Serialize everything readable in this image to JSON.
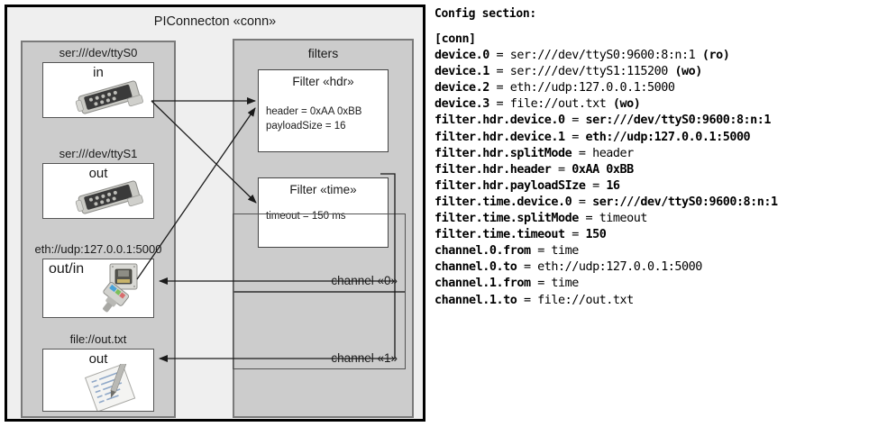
{
  "diagram": {
    "title": "PIConnecton «conn»",
    "devices_panel": {
      "entries": [
        {
          "label": "ser:///dev/ttyS0",
          "io": "in",
          "icon": "serial-port-icon"
        },
        {
          "label": "ser:///dev/ttyS1",
          "io": "out",
          "icon": "serial-port-icon"
        },
        {
          "label": "eth://udp:127.0.0.1:5000",
          "io": "out/in",
          "icon": "ethernet-jack-icon"
        },
        {
          "label": "file://out.txt",
          "io": "out",
          "icon": "text-file-icon"
        }
      ]
    },
    "filters_panel": {
      "title": "filters",
      "filters": [
        {
          "title": "Filter «hdr»",
          "attrs": [
            "header = 0xAA 0xBB",
            "payloadSize = 16"
          ]
        },
        {
          "title": "Filter «time»",
          "attrs": [
            "timeout = 150 ms"
          ]
        }
      ],
      "channels": [
        {
          "label": "channel «0»"
        },
        {
          "label": "channel «1»"
        }
      ]
    },
    "colors": {
      "frame_border": "#000000",
      "frame_fill": "#efefef",
      "panel_fill": "#cccccc",
      "panel_border": "#7a7a7a",
      "box_fill": "#ffffff",
      "box_border": "#555555",
      "arrow": "#1a1a1a"
    }
  },
  "config": {
    "heading": "Config section:",
    "lines": [
      {
        "key": "[conn]",
        "value": ""
      },
      {
        "key": "device.0",
        "value": " = ser:///dev/ttyS0:9600:8:n:1 ",
        "bold_tail": "(ro)"
      },
      {
        "key": "device.1",
        "value": " = ser:///dev/ttyS1:115200 ",
        "bold_tail": "(wo)"
      },
      {
        "key": "device.2",
        "value": " = eth://udp:127.0.0.1:5000",
        "bold_tail": ""
      },
      {
        "key": "device.3",
        "value": " = file://out.txt ",
        "bold_tail": "(wo)"
      },
      {
        "key": "filter.hdr.device.0",
        "value": " = ",
        "bold_tail": "ser:///dev/ttyS0:9600:8:n:1"
      },
      {
        "key": "filter.hdr.device.1",
        "value": " = ",
        "bold_tail": "eth://udp:127.0.0.1:5000"
      },
      {
        "key": "filter.hdr.splitMode",
        "value": " = header",
        "bold_tail": ""
      },
      {
        "key": "filter.hdr.header",
        "value": " = ",
        "bold_tail": "0xAA 0xBB"
      },
      {
        "key": "filter.hdr.payloadSIze",
        "value": " = ",
        "bold_tail": "16"
      },
      {
        "key": "filter.time.device.0",
        "value": " = ",
        "bold_tail": "ser:///dev/ttyS0:9600:8:n:1"
      },
      {
        "key": "filter.time.splitMode",
        "value": " = timeout",
        "bold_tail": ""
      },
      {
        "key": "filter.time.timeout",
        "value": " = ",
        "bold_tail": "150"
      },
      {
        "key": "channel.0.from",
        "value": " = time",
        "bold_tail": ""
      },
      {
        "key": "channel.0.to",
        "value": " = eth://udp:127.0.0.1:5000",
        "bold_tail": ""
      },
      {
        "key": "channel.1.from",
        "value": " = time",
        "bold_tail": ""
      },
      {
        "key": "channel.1.to",
        "value": " = file://out.txt",
        "bold_tail": ""
      }
    ]
  }
}
